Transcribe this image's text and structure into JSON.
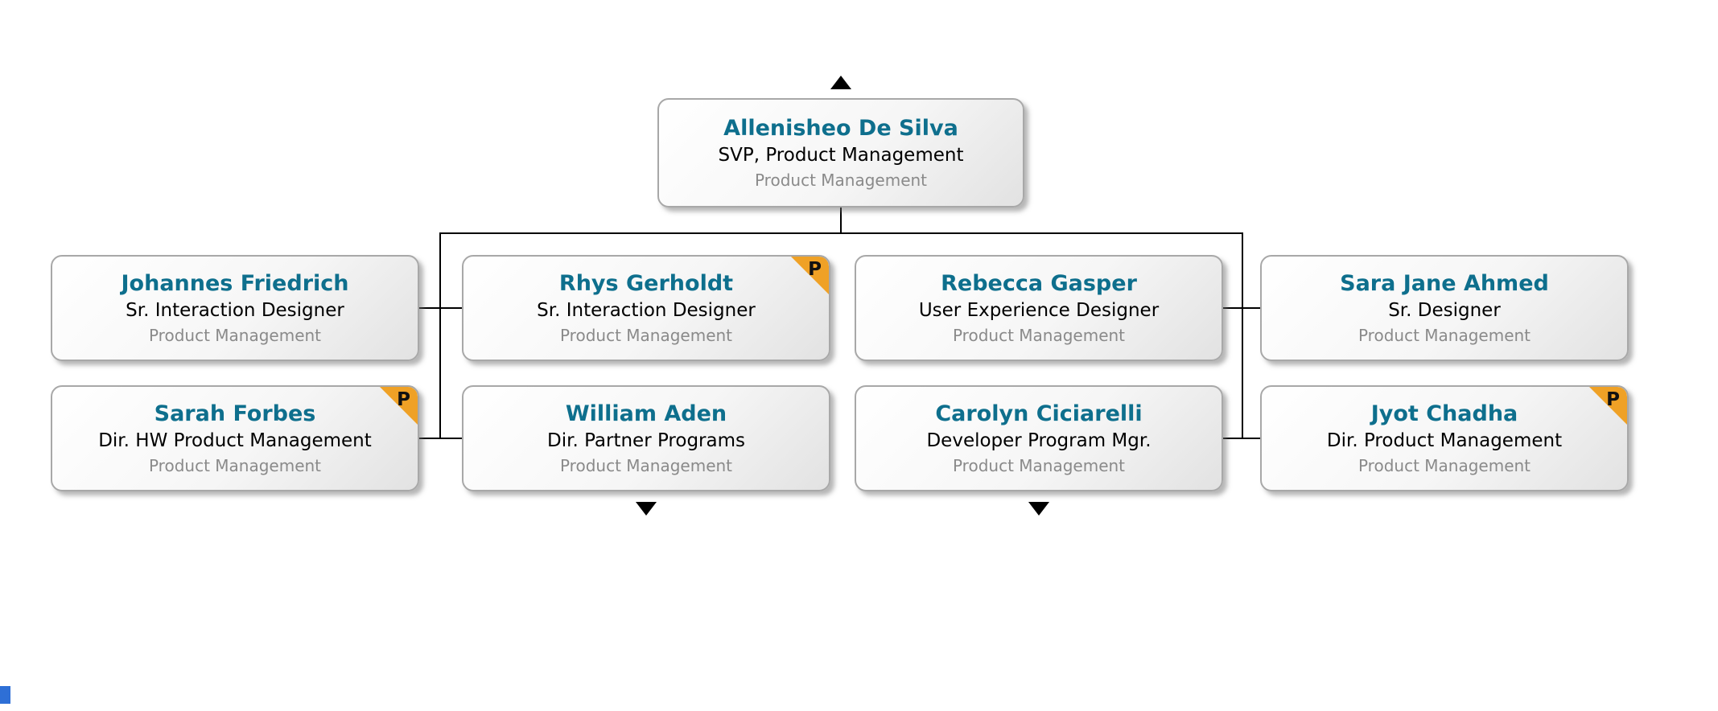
{
  "org_chart": {
    "root": {
      "name": "Allenisheo De Silva",
      "title": "SVP, Product Management",
      "department": "Product Management",
      "has_parent_indicator": true
    },
    "employees": [
      {
        "name": "Johannes Friedrich",
        "title": "Sr. Interaction Designer",
        "department": "Product Management",
        "badge": "",
        "has_subordinates_indicator": false
      },
      {
        "name": "Rhys Gerholdt",
        "title": "Sr. Interaction Designer",
        "department": "Product Management",
        "badge": "P",
        "has_subordinates_indicator": false
      },
      {
        "name": "Rebecca Gasper",
        "title": "User Experience Designer",
        "department": "Product Management",
        "badge": "",
        "has_subordinates_indicator": false
      },
      {
        "name": "Sara Jane Ahmed",
        "title": "Sr. Designer",
        "department": "Product Management",
        "badge": "",
        "has_subordinates_indicator": false
      },
      {
        "name": "Sarah Forbes",
        "title": "Dir. HW Product Management",
        "department": "Product Management",
        "badge": "P",
        "has_subordinates_indicator": false
      },
      {
        "name": "William Aden",
        "title": "Dir. Partner Programs",
        "department": "Product Management",
        "badge": "",
        "has_subordinates_indicator": true
      },
      {
        "name": "Carolyn Ciciarelli",
        "title": "Developer Program Mgr.",
        "department": "Product Management",
        "badge": "",
        "has_subordinates_indicator": true
      },
      {
        "name": "Jyot Chadha",
        "title": "Dir. Product Management",
        "department": "Product Management",
        "badge": "P",
        "has_subordinates_indicator": false
      }
    ],
    "colors": {
      "name_text": "#0e6f8d",
      "title_text": "#000000",
      "department_text": "#8a8a8a",
      "badge_background": "#efa126",
      "connector": "#000000",
      "node_border": "#a8a8a8"
    }
  }
}
